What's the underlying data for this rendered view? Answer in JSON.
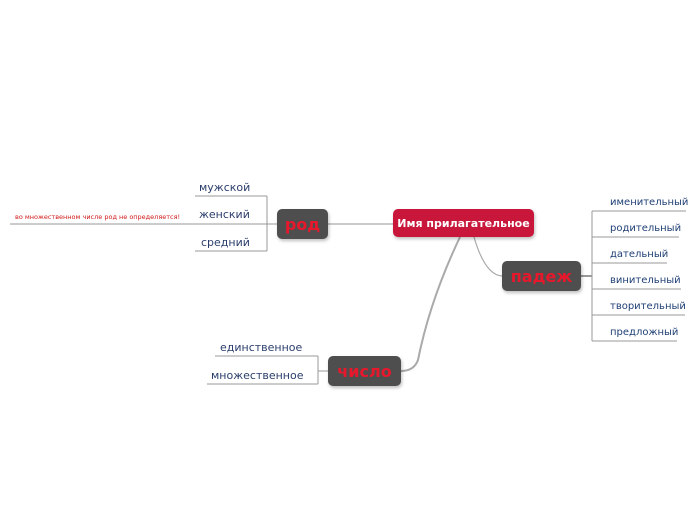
{
  "central": {
    "label": "Имя прилагательное"
  },
  "rod": {
    "label": "род",
    "items": [
      "мужской",
      "женский",
      "средний"
    ],
    "note": "во множественном числе род не определяется!"
  },
  "padezh": {
    "label": "падеж",
    "items": [
      "именительный",
      "родительный",
      "дательный",
      "винительный",
      "творительный",
      "предложный"
    ]
  },
  "chislo": {
    "label": "число",
    "items": [
      "единственное",
      "множественное"
    ]
  },
  "colors": {
    "central": "#c8173a",
    "main_node": "#4e4e4e",
    "main_text": "#e8182c",
    "note_text": "#d01818",
    "leaf_text": "#2a3d6b",
    "connector": "#aaaaaa"
  }
}
